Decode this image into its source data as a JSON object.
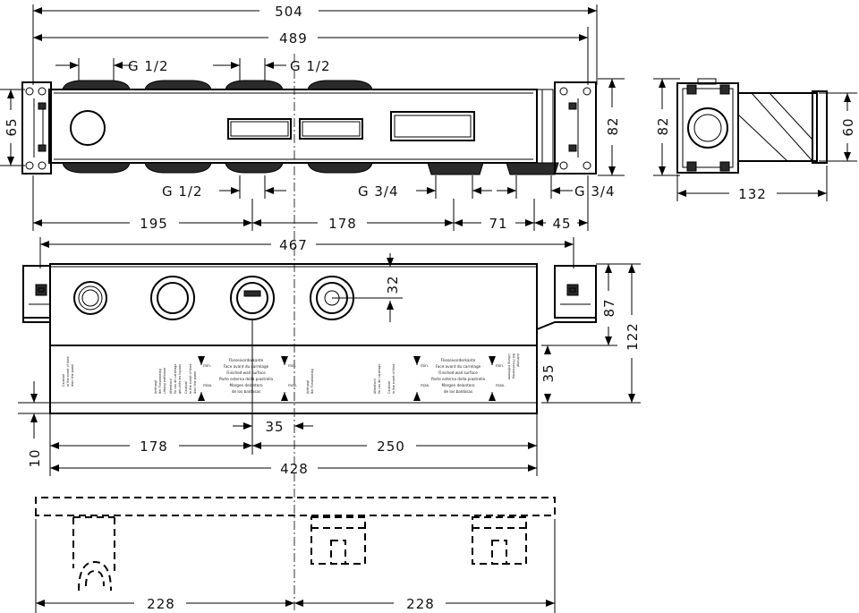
{
  "dimensions": {
    "d504": "504",
    "d489": "489",
    "g12_top_a": "G 1/2",
    "g12_top_b": "G 1/2",
    "d65": "65",
    "d82": "82",
    "g12_bottom": "G 1/2",
    "g34_a": "G 3/4",
    "g34_b": "G 3/4",
    "d195": "195",
    "d178_top": "178",
    "d71": "71",
    "d45": "45",
    "d82_side": "82",
    "d60": "60",
    "d132": "132",
    "d467": "467",
    "d32": "32",
    "d87": "87",
    "d122": "122",
    "d35_side": "35",
    "d35": "35",
    "d10": "10",
    "d178_mid": "178",
    "d250": "250",
    "d428": "428",
    "d228_a": "228",
    "d228_b": "228"
  },
  "plate_labels": {
    "left_a": [
      "Achtung!",
      "Bei Fliesenbelag",
      "Lötung entfernen"
    ],
    "left_b": [
      "Attention!",
      "En cas de carrelage",
      "gel-cités les tuyaux"
    ],
    "left_c": [
      "Caution!",
      "In the event of tiled",
      "dinci the panel"
    ],
    "right_a": [
      "Flieseivorderkante",
      "Face avant du carrelage",
      "Finished wall surface",
      "Parte esterna della piastrella",
      "Margen delantero",
      "de los baldosas"
    ],
    "min": "min.",
    "max": "max."
  }
}
